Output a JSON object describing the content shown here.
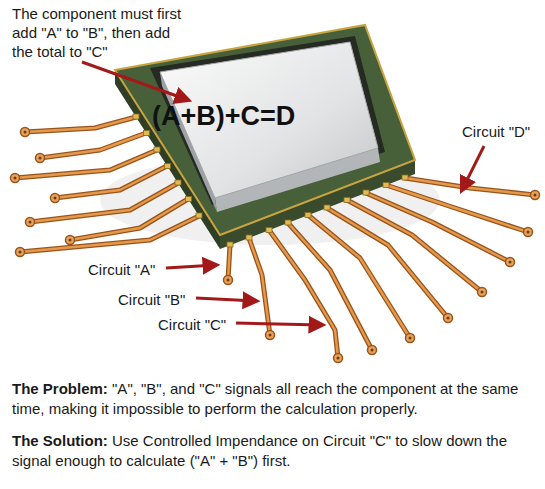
{
  "diagram": {
    "nodes": [
      {
        "text": [
          "(A+B)+C=D"
        ]
      }
    ],
    "labels": [
      "The component must first add \"A\" to \"B\", then add the total to \"C\"",
      "Circuit \"D\"",
      "Circuit \"A\"",
      "Circuit \"B\"",
      "Circuit \"C\"",
      "The Problem:",
      "\"A\", \"B\", and \"C\" signals all reach the component at the same time, making it impossible to perform the calculation properly.",
      "The Solution:",
      "Use Controlled Impendance on Circuit \"C\" to slow down the signal enough to calculate (\"A\" + \"B\") first."
    ]
  }
}
